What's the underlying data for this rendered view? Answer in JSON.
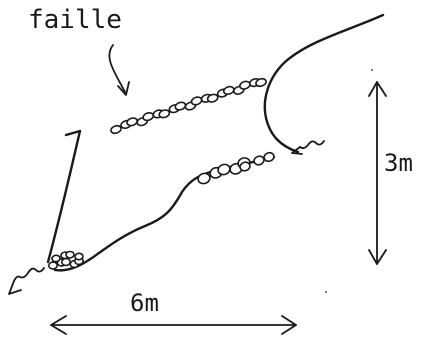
{
  "labels": {
    "fault": "faille",
    "height": "3m",
    "width": "6m"
  }
}
